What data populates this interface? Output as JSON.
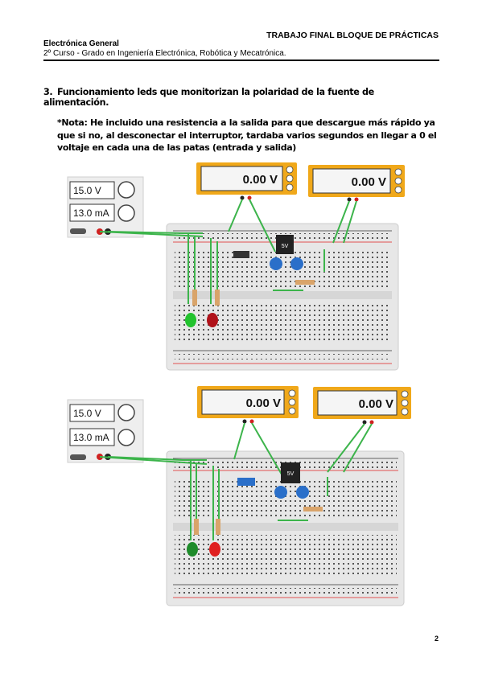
{
  "header": {
    "doc_title": "TRABAJO FINAL BLOQUE DE PRÁCTICAS",
    "subject": "Electrónica General",
    "course": "2º Curso - Grado en Ingeniería Electrónica, Robótica y Mecatrónica."
  },
  "section": {
    "number": "3.",
    "title": "Funcionamiento leds que monitorizan la polaridad de la fuente de alimentación."
  },
  "note": "*Nota: He incluido una resistencia a la salida para que descargue más rápido ya que si no, al desconectar el interruptor, tardaba varios segundos en llegar a 0 el voltaje en cada una de las patas (entrada y salida)",
  "circuits": [
    {
      "supply": {
        "voltage": "15.0 V",
        "current": "13.0 mA"
      },
      "voltmeter_in": "0.00 V",
      "voltmeter_out": "0.00 V",
      "regulator": "5V"
    },
    {
      "supply": {
        "voltage": "15.0 V",
        "current": "13.0 mA"
      },
      "voltmeter_in": "0.00 V",
      "voltmeter_out": "0.00 V",
      "regulator": "5V"
    }
  ],
  "colors": {
    "wire": "#3cb44b",
    "meter_frame": "#f0a81a",
    "led_green": "#22c32e",
    "led_red": "#b0121a",
    "capacitor": "#2a6fc9",
    "rail_red": "#e02020"
  },
  "page_number": "2"
}
